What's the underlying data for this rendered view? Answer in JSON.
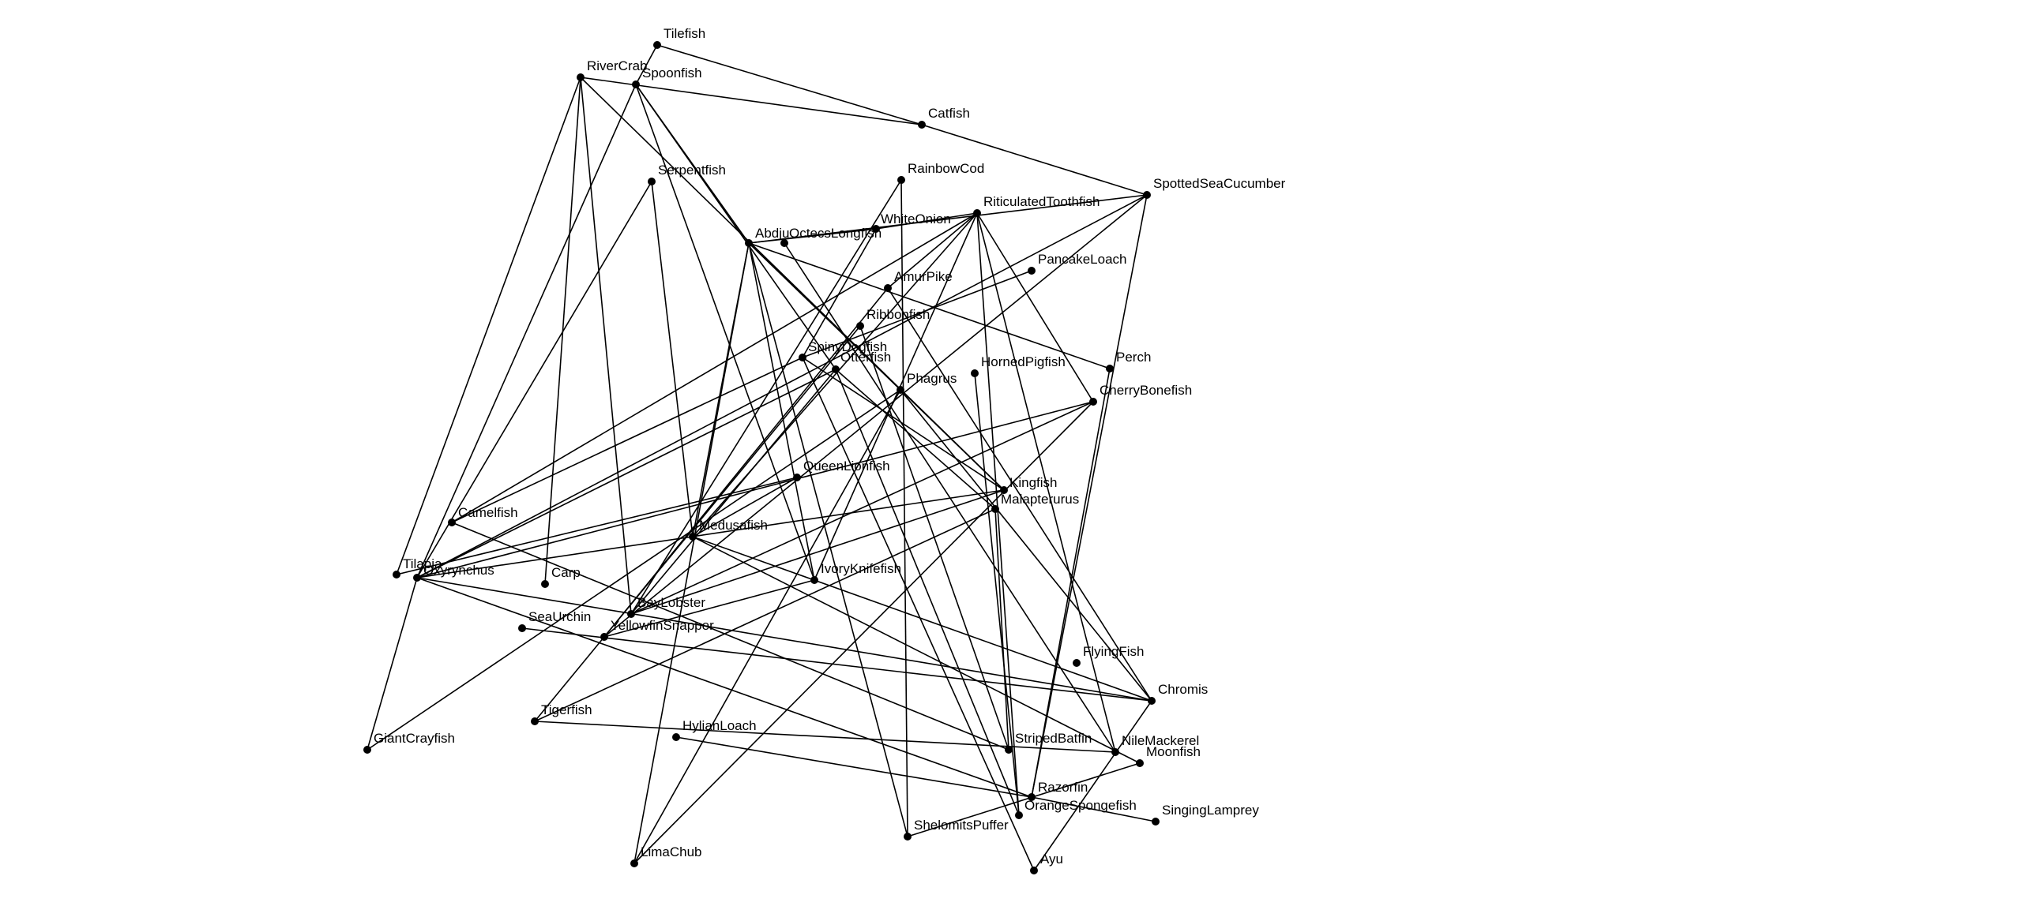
{
  "graph": {
    "nodes": [
      "Tilefish",
      "RiverCrab",
      "Spoonfish",
      "Catfish",
      "Serpentfish",
      "RainbowCod",
      "SpottedSeaCucumber",
      "RiticulatedToothfish",
      "WhiteOnion",
      "Abdju",
      "OctecsLongfish",
      "PancakeLoach",
      "AmurPike",
      "Ribbonfish",
      "SpinyDogfish",
      "Otterfish",
      "HornedPigfish",
      "Perch",
      "Phagrus",
      "CherryBonefish",
      "QueenLionfish",
      "Kingfish",
      "Malapterurus",
      "Camelfish",
      "Medusafish",
      "Tilapia",
      "Oxyrynchus",
      "Carp",
      "IvoryKnifefish",
      "BayLobster",
      "SeaUrchin",
      "YellowfinSnapper",
      "FlyingFish",
      "Chromis",
      "Tigerfish",
      "GiantCrayfish",
      "HylianLoach",
      "StripedBatfin",
      "NileMackerel",
      "Moonfish",
      "Razorfin",
      "OrangeSpongefish",
      "SingingLamprey",
      "ShelomitsPuffer",
      "Ayu",
      "LimaChub"
    ],
    "edges": [
      [
        "Tilefish",
        "Spoonfish"
      ],
      [
        "Tilefish",
        "Catfish"
      ],
      [
        "RiverCrab",
        "Catfish"
      ],
      [
        "RiverCrab",
        "Tilapia"
      ],
      [
        "RiverCrab",
        "Carp"
      ],
      [
        "RiverCrab",
        "Kingfish"
      ],
      [
        "Spoonfish",
        "Oxyrynchus"
      ],
      [
        "Spoonfish",
        "Abdju"
      ],
      [
        "Spoonfish",
        "Otterfish"
      ],
      [
        "Spoonfish",
        "IvoryKnifefish"
      ],
      [
        "Catfish",
        "SpottedSeaCucumber"
      ],
      [
        "SpottedSeaCucumber",
        "Abdju"
      ],
      [
        "SpottedSeaCucumber",
        "Razorfin"
      ],
      [
        "SpottedSeaCucumber",
        "Oxyrynchus"
      ],
      [
        "SpottedSeaCucumber",
        "YellowfinSnapper"
      ],
      [
        "Serpentfish",
        "Oxyrynchus"
      ],
      [
        "Serpentfish",
        "Medusafish"
      ],
      [
        "RainbowCod",
        "ShelomitsPuffer"
      ],
      [
        "RainbowCod",
        "BayLobster"
      ],
      [
        "RiticulatedToothfish",
        "WhiteOnion"
      ],
      [
        "RiticulatedToothfish",
        "Camelfish"
      ],
      [
        "RiticulatedToothfish",
        "CherryBonefish"
      ],
      [
        "RiticulatedToothfish",
        "OrangeSpongefish"
      ],
      [
        "RiticulatedToothfish",
        "NileMackerel"
      ],
      [
        "RiticulatedToothfish",
        "Medusafish"
      ],
      [
        "RiticulatedToothfish",
        "IvoryKnifefish"
      ],
      [
        "Abdju",
        "WhiteOnion"
      ],
      [
        "Abdju",
        "Perch"
      ],
      [
        "Abdju",
        "Kingfish"
      ],
      [
        "Abdju",
        "IvoryKnifefish"
      ],
      [
        "Abdju",
        "LimaChub"
      ],
      [
        "Abdju",
        "Medusafish"
      ],
      [
        "OctecsLongfish",
        "NileMackerel"
      ],
      [
        "WhiteOnion",
        "SpinyDogfish"
      ],
      [
        "AmurPike",
        "RiticulatedToothfish"
      ],
      [
        "AmurPike",
        "YellowfinSnapper"
      ],
      [
        "AmurPike",
        "Chromis"
      ],
      [
        "PancakeLoach",
        "SpinyDogfish"
      ],
      [
        "Ribbonfish",
        "Tigerfish"
      ],
      [
        "Ribbonfish",
        "StripedBatfin"
      ],
      [
        "SpinyDogfish",
        "Camelfish"
      ],
      [
        "SpinyDogfish",
        "Ayu"
      ],
      [
        "SpinyDogfish",
        "Kingfish"
      ],
      [
        "Otterfish",
        "Oxyrynchus"
      ],
      [
        "Otterfish",
        "OrangeSpongefish"
      ],
      [
        "Otterfish",
        "BayLobster"
      ],
      [
        "Otterfish",
        "Malapterurus"
      ],
      [
        "HornedPigfish",
        "OrangeSpongefish"
      ],
      [
        "Perch",
        "Razorfin"
      ],
      [
        "Phagrus",
        "Chromis"
      ],
      [
        "Phagrus",
        "LimaChub"
      ],
      [
        "Phagrus",
        "GiantCrayfish"
      ],
      [
        "CherryBonefish",
        "Oxyrynchus"
      ],
      [
        "CherryBonefish",
        "BayLobster"
      ],
      [
        "CherryBonefish",
        "LimaChub"
      ],
      [
        "QueenLionfish",
        "Medusafish"
      ],
      [
        "QueenLionfish",
        "Tilapia"
      ],
      [
        "Kingfish",
        "Oxyrynchus"
      ],
      [
        "Kingfish",
        "BayLobster"
      ],
      [
        "Malapterurus",
        "StripedBatfin"
      ],
      [
        "Malapterurus",
        "Tigerfish"
      ],
      [
        "Camelfish",
        "StripedBatfin"
      ],
      [
        "Medusafish",
        "Moonfish"
      ],
      [
        "Medusafish",
        "Chromis"
      ],
      [
        "Oxyrynchus",
        "GiantCrayfish"
      ],
      [
        "Oxyrynchus",
        "Chromis"
      ],
      [
        "Oxyrynchus",
        "Razorfin"
      ],
      [
        "SeaUrchin",
        "Chromis"
      ],
      [
        "Tigerfish",
        "NileMackerel"
      ],
      [
        "HylianLoach",
        "Razorfin"
      ],
      [
        "YellowfinSnapper",
        "IvoryKnifefish"
      ],
      [
        "Chromis",
        "Ayu"
      ],
      [
        "Moonfish",
        "ShelomitsPuffer"
      ],
      [
        "Razorfin",
        "SingingLamprey"
      ],
      [
        "ShelomitsPuffer",
        "Abdju"
      ],
      [
        "BayLobster",
        "RiverCrab"
      ]
    ]
  }
}
